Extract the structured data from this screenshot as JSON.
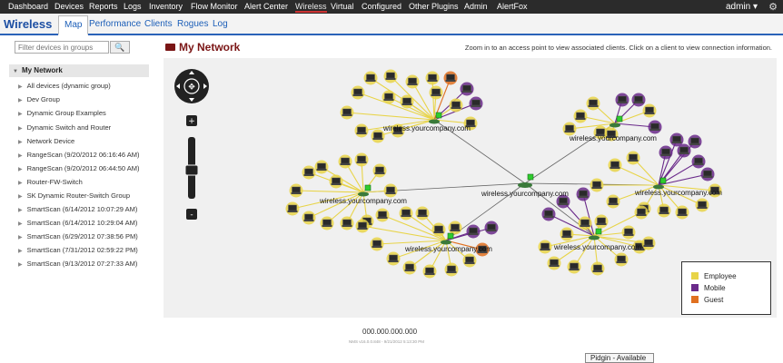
{
  "topnav": {
    "items": [
      {
        "label": "Dashboard"
      },
      {
        "label": "Devices"
      },
      {
        "label": "Reports"
      },
      {
        "label": "Logs"
      },
      {
        "label": "Inventory"
      },
      {
        "label": "Flow Monitor"
      },
      {
        "label": "Alert Center"
      },
      {
        "label": "Wireless"
      },
      {
        "label": "Virtual"
      },
      {
        "label": "Configured"
      },
      {
        "label": "Other Plugins"
      },
      {
        "label": "Admin"
      },
      {
        "label": "AlertFox"
      }
    ],
    "user": "admin ▾",
    "gear_icon": "gear-icon"
  },
  "subnav": {
    "brand": "Wireless",
    "tabs": [
      {
        "label": "Map"
      },
      {
        "label": "Performance"
      },
      {
        "label": "Clients"
      },
      {
        "label": "Rogues"
      },
      {
        "label": "Log"
      }
    ],
    "active_tab": "Map"
  },
  "sidebar": {
    "filter_placeholder": "Filter devices in groups",
    "search_icon": "search-icon",
    "root": "My Network",
    "items": [
      {
        "label": "All devices (dynamic group)"
      },
      {
        "label": "Dev Group"
      },
      {
        "label": "Dynamic Group Examples"
      },
      {
        "label": "Dynamic Switch and Router"
      },
      {
        "label": "Network Device"
      },
      {
        "label": "RangeScan (9/20/2012 06:16:46 AM)"
      },
      {
        "label": "RangeScan (9/20/2012 06:44:50 AM)"
      },
      {
        "label": "Router-FW-Switch"
      },
      {
        "label": "SK Dynamic Router-Switch Group"
      },
      {
        "label": "SmartScan (6/14/2012 10:07:29 AM)"
      },
      {
        "label": "SmartScan (6/14/2012 10:29:04 AM)"
      },
      {
        "label": "SmartScan (6/29/2012 07:38:56 PM)"
      },
      {
        "label": "SmartScan (7/31/2012 02:59:22 PM)"
      },
      {
        "label": "SmartScan (9/13/2012 07:27:33 AM)"
      }
    ]
  },
  "main": {
    "title": "My Network",
    "hint": "Zoom in to an access point to view associated clients. Click on a client to view connection information.",
    "zoom_in": "+",
    "zoom_out": "-",
    "ap_label": "wireless.yourcompany.com",
    "center_label": "wireless.yourcompany.com"
  },
  "legend": {
    "items": [
      {
        "label": "Employee",
        "color": "#e8d448"
      },
      {
        "label": "Mobile",
        "color": "#6a2a8a"
      },
      {
        "label": "Guest",
        "color": "#e07020"
      }
    ]
  },
  "colors": {
    "employee": "#e8d448",
    "mobile": "#6a2a8a",
    "guest": "#e07020",
    "accent": "#1d5fb8",
    "title": "#7a1515"
  },
  "footer": {
    "ip": "000.000.000.000",
    "version": "NMS v16.0.0.848 - 9/21/2012 5:13:30 PM",
    "pidgin": "Pidgin - Available"
  }
}
